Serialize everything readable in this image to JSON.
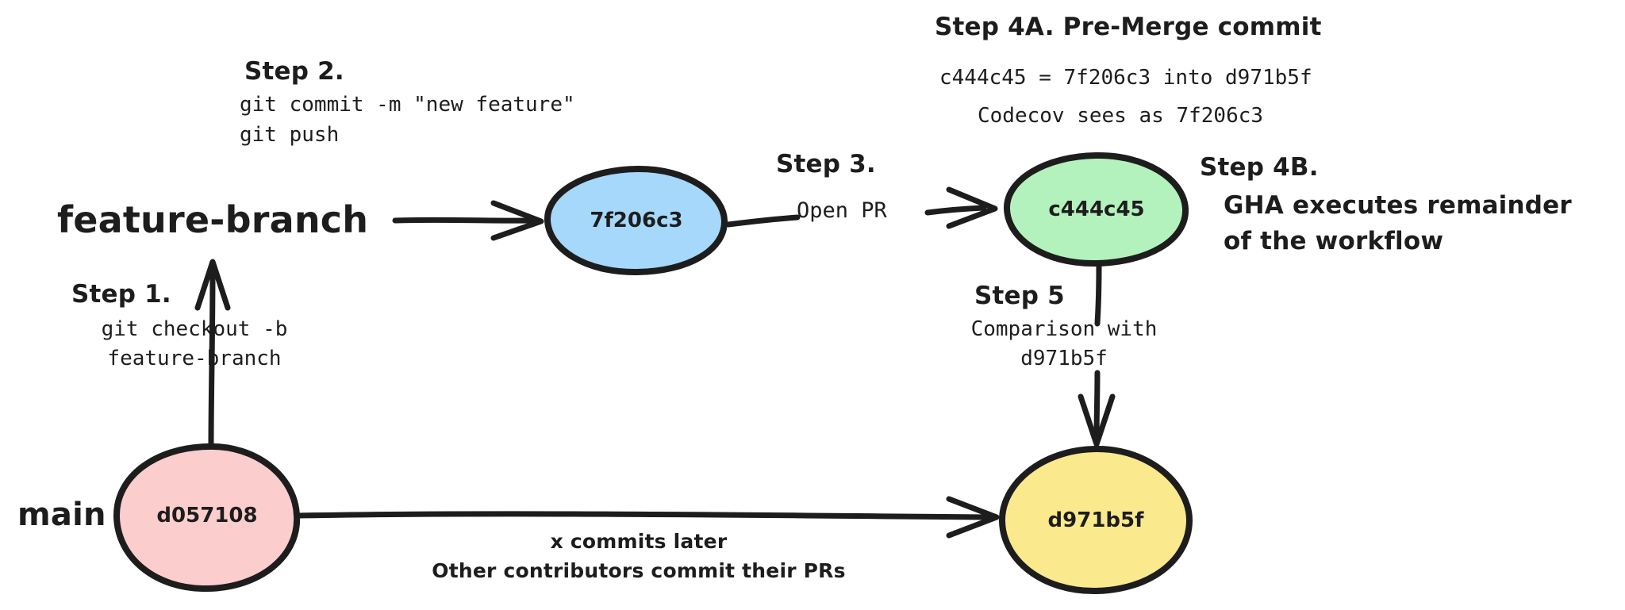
{
  "diagram": {
    "title": "Codecov pre-merge commit git flow",
    "type": "git-branch-flow",
    "background": "#ffffff",
    "stroke": "#1d1d1d"
  },
  "branches": [
    {
      "id": "feature-branch",
      "label": "feature-branch"
    },
    {
      "id": "main",
      "label": "main"
    }
  ],
  "nodes": [
    {
      "id": "d057108",
      "label": "d057108",
      "color": "#fbcdcd",
      "branch": "main",
      "shape": "ellipse"
    },
    {
      "id": "7f206c3",
      "label": "7f206c3",
      "color": "#a5d8fb",
      "branch": "feature-branch",
      "shape": "ellipse"
    },
    {
      "id": "c444c45",
      "label": "c444c45",
      "color": "#b4f2bd",
      "branch": "merge",
      "shape": "ellipse"
    },
    {
      "id": "d971b5f",
      "label": "d971b5f",
      "color": "#fbe98d",
      "branch": "main",
      "shape": "circle"
    }
  ],
  "steps": [
    {
      "id": "step1",
      "title": "Step 1.",
      "detail_lines": [
        "git checkout -b",
        "feature-branch"
      ],
      "from": "d057108",
      "to": "feature-branch"
    },
    {
      "id": "step2",
      "title": "Step 2.",
      "detail_lines": [
        "git commit -m \"new feature\"",
        "git push"
      ],
      "from": "feature-branch",
      "to": "7f206c3"
    },
    {
      "id": "step3",
      "title": "Step 3.",
      "detail_lines": [
        "Open PR"
      ],
      "from": "7f206c3",
      "to": "c444c45"
    },
    {
      "id": "step4a",
      "title": "Step 4A. Pre-Merge commit",
      "detail_lines": [
        "c444c45 = 7f206c3 into d971b5f",
        "Codecov sees as 7f206c3"
      ],
      "from": "7f206c3",
      "to": "c444c45"
    },
    {
      "id": "step4b",
      "title": "Step 4B.",
      "detail_lines": [
        "GHA executes remainder",
        "of the workflow"
      ],
      "from": "c444c45",
      "to": "c444c45"
    },
    {
      "id": "step5",
      "title": "Step 5",
      "detail_lines": [
        "Comparison with",
        "d971b5f"
      ],
      "from": "c444c45",
      "to": "d971b5f"
    }
  ],
  "edge_labels": [
    {
      "id": "open-pr",
      "text": "Open PR"
    },
    {
      "id": "commits-later",
      "lines": [
        "x commits later",
        "Other contributors commit their PRs"
      ]
    }
  ],
  "text": {
    "step1_title": "Step 1.",
    "step1_l1": "git checkout -b",
    "step1_l2": "feature-branch",
    "step2_title": "Step 2.",
    "step2_l1": "git commit -m \"new feature\"",
    "step2_l2": "git push",
    "step3_title": "Step 3.",
    "step3_l1": "Open PR",
    "step4a_title": "Step 4A. Pre-Merge commit",
    "step4a_l1": "c444c45 = 7f206c3 into d971b5f",
    "step4a_l2": "Codecov sees as 7f206c3",
    "step4b_title": "Step 4B.",
    "step4b_l1": "GHA executes remainder",
    "step4b_l2": "of the workflow",
    "step5_title": "Step 5",
    "step5_l1": "Comparison with",
    "step5_l2": "d971b5f",
    "bottom_l1": "x commits later",
    "bottom_l2": "Other contributors commit their PRs",
    "feature_branch_label": "feature-branch",
    "main_label": "main",
    "node_d057108": "d057108",
    "node_7f206c3": "7f206c3",
    "node_c444c45": "c444c45",
    "node_d971b5f": "d971b5f"
  }
}
